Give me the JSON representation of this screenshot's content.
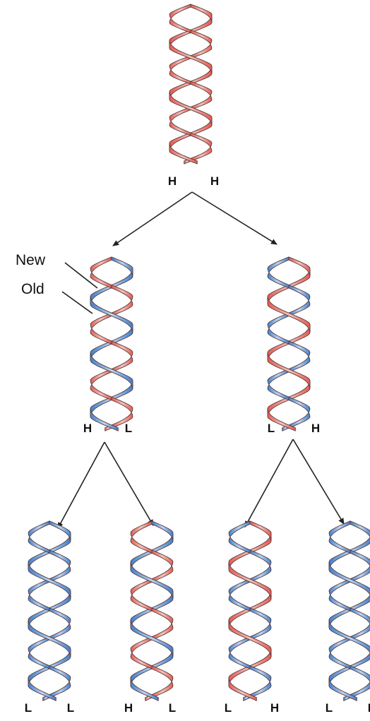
{
  "colors": {
    "heavy_strand": "#e25a52",
    "heavy_light": "#f4c3bb",
    "light_strand": "#3d7fce",
    "light_light": "#bcd6f2",
    "outline": "#5a3a3a",
    "arrow": "#222222"
  },
  "callouts": {
    "new": "New",
    "old": "Old"
  },
  "generations": [
    {
      "molecules": [
        {
          "left_strand": "H",
          "right_strand": "H",
          "labels": [
            "H",
            "H"
          ]
        }
      ]
    },
    {
      "molecules": [
        {
          "left_strand": "H",
          "right_strand": "L",
          "labels": [
            "H",
            "L"
          ]
        },
        {
          "left_strand": "L",
          "right_strand": "H",
          "labels": [
            "L",
            "H"
          ]
        }
      ]
    },
    {
      "molecules": [
        {
          "left_strand": "L",
          "right_strand": "L",
          "labels": [
            "L",
            "L"
          ]
        },
        {
          "left_strand": "H",
          "right_strand": "L",
          "labels": [
            "H",
            "L"
          ]
        },
        {
          "left_strand": "L",
          "right_strand": "H",
          "labels": [
            "L",
            "H"
          ]
        },
        {
          "left_strand": "L",
          "right_strand": "L",
          "labels": [
            "L",
            "L"
          ]
        }
      ]
    }
  ]
}
